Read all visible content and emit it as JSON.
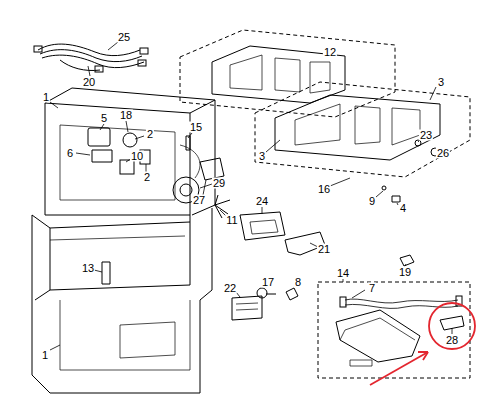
{
  "diagram": {
    "labels": [
      "25",
      "20",
      "12",
      "1",
      "18",
      "5",
      "15",
      "3",
      "3",
      "2",
      "6",
      "10",
      "2",
      "23",
      "26",
      "29",
      "27",
      "11",
      "16",
      "9",
      "4",
      "13",
      "24",
      "21",
      "19",
      "14",
      "22",
      "17",
      "8",
      "7",
      "28",
      "1"
    ]
  }
}
